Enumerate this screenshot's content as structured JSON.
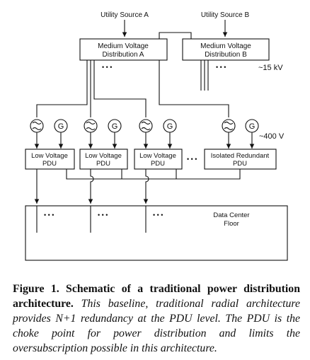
{
  "diagram": {
    "sources": [
      "Utility Source A",
      "Utility Source B"
    ],
    "mv": [
      {
        "line1": "Medium Voltage",
        "line2": "Distribution A"
      },
      {
        "line1": "Medium Voltage",
        "line2": "Distribution B"
      }
    ],
    "pdus": [
      {
        "line1": "Low Voltage",
        "line2": "PDU"
      },
      {
        "line1": "Low Voltage",
        "line2": "PDU"
      },
      {
        "line1": "Low Voltage",
        "line2": "PDU"
      },
      {
        "line1": "Isolated Redundant",
        "line2": "PDU"
      }
    ],
    "voltage_mv": "~15 kV",
    "voltage_lv": "~400 V",
    "generator_symbol": "G",
    "ellipsis": "• • •",
    "floor": {
      "line1": "Data Center",
      "line2": "Floor"
    }
  },
  "caption": {
    "bold": "Figure 1. Schematic of a traditional power distribution architecture.",
    "italic": "This baseline, traditional radial architecture provides N+1 redundancy at the PDU level. The PDU is the choke point for power distribution and limits the oversubscription possible in this architecture."
  }
}
